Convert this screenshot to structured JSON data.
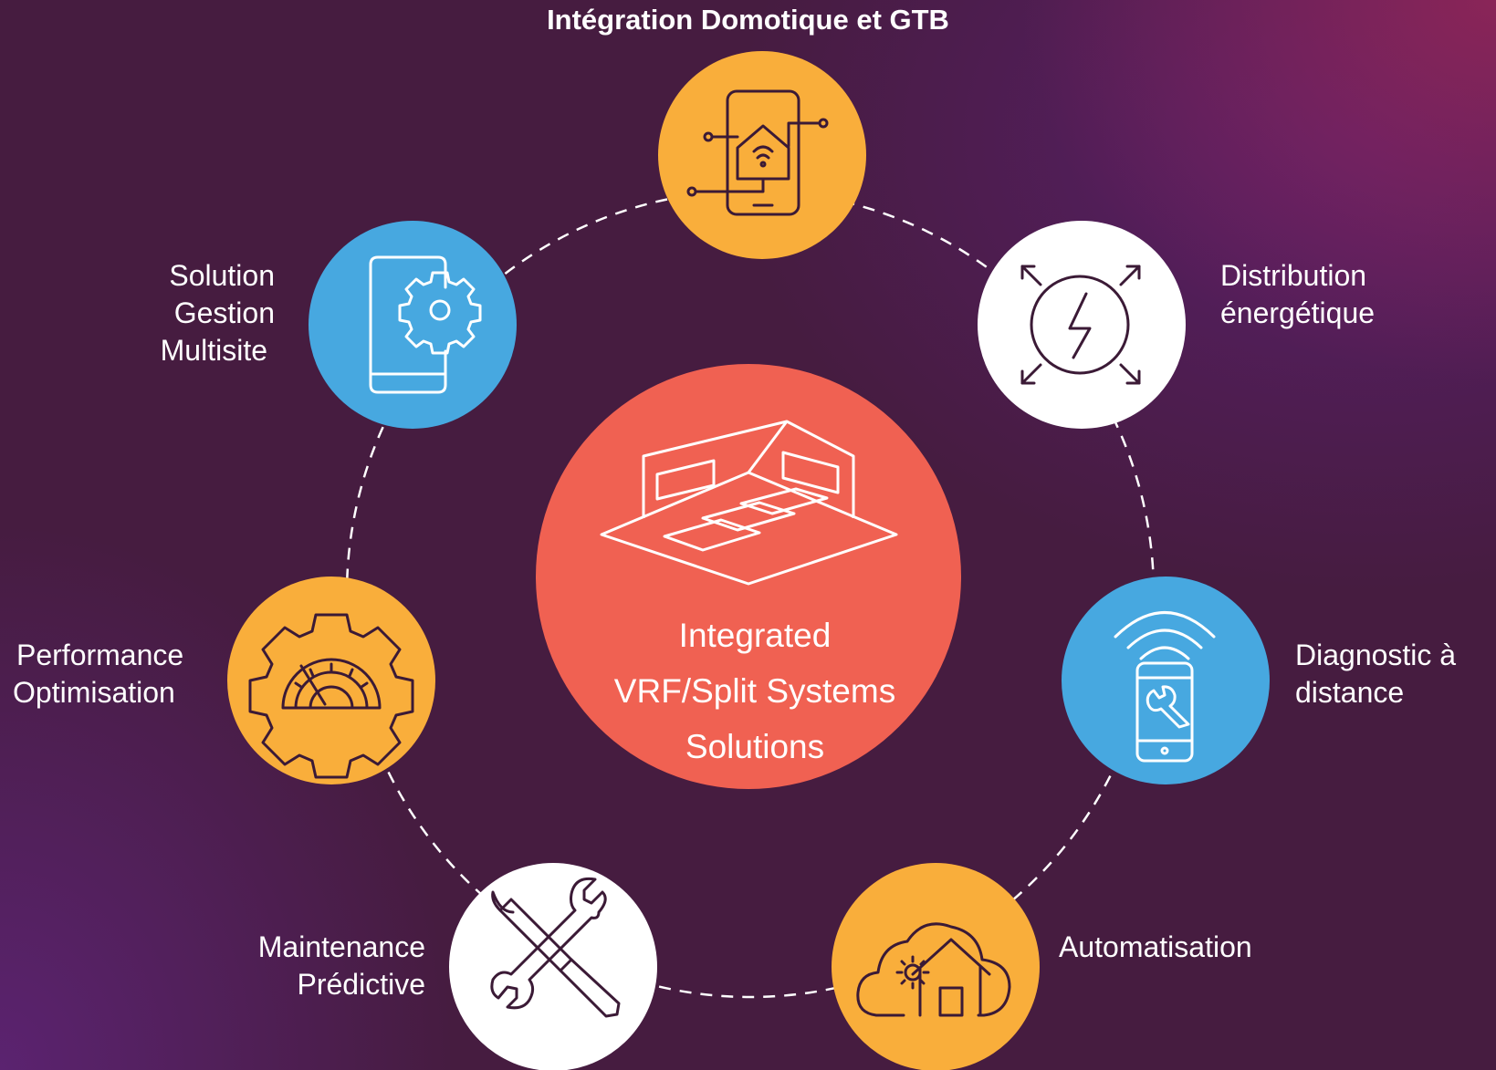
{
  "title": "Intégration Domotique et GTB",
  "center": {
    "lines": [
      "Integrated",
      "VRF/Split Systems",
      "Solutions"
    ]
  },
  "nodes": [
    {
      "id": "integration",
      "color": "#f9ae3b",
      "icon": "smart-home-phone-icon",
      "lines": []
    },
    {
      "id": "distribution",
      "color": "#ffffff",
      "icon": "energy-bolt-icon",
      "lines": [
        "Distribution",
        "énergétique"
      ]
    },
    {
      "id": "diagnostic",
      "color": "#47a8e0",
      "icon": "remote-diagnostic-phone-icon",
      "lines": [
        "Diagnostic à",
        "distance"
      ]
    },
    {
      "id": "automatisation",
      "color": "#f9ae3b",
      "icon": "cloud-home-gear-icon",
      "lines": [
        "Automatisation"
      ]
    },
    {
      "id": "maintenance",
      "color": "#ffffff",
      "icon": "tools-icon",
      "lines": [
        "Maintenance",
        "Prédictive"
      ]
    },
    {
      "id": "performance",
      "color": "#f9ae3b",
      "icon": "gauge-gear-icon",
      "lines": [
        "Performance",
        "Optimisation"
      ]
    },
    {
      "id": "multisite",
      "color": "#47a8e0",
      "icon": "phone-gear-icon",
      "lines": [
        "Solution",
        "Gestion",
        "Multisite"
      ]
    }
  ],
  "colors": {
    "center": "#f06152",
    "icon_stroke": "#3b1a36",
    "dash": "#ffffff"
  }
}
